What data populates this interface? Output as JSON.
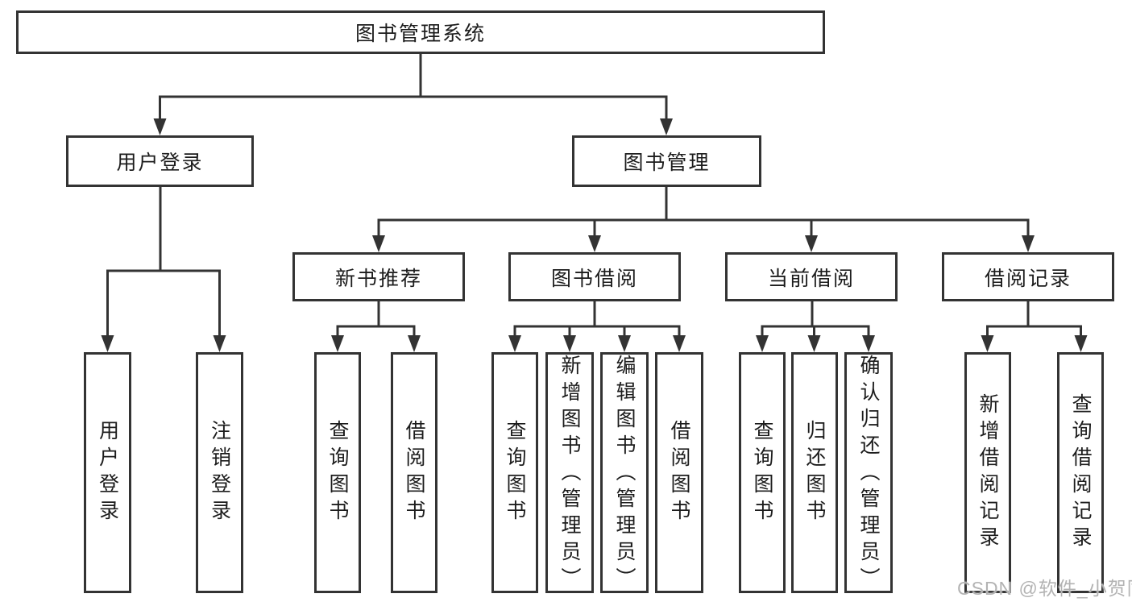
{
  "diagram": {
    "type": "hierarchy-tree",
    "colors": {
      "line": "#333333",
      "box_border": "#333333",
      "text": "#1c1c1c",
      "background": "#ffffff",
      "watermark": "#b3b3b3"
    }
  },
  "tree": {
    "label": "图书管理系统",
    "children": [
      {
        "label": "用户登录",
        "children": [
          {
            "label": "用户登录"
          },
          {
            "label": "注销登录"
          }
        ]
      },
      {
        "label": "图书管理",
        "children": [
          {
            "label": "新书推荐",
            "children": [
              {
                "label": "查询图书"
              },
              {
                "label": "借阅图书"
              }
            ]
          },
          {
            "label": "图书借阅",
            "children": [
              {
                "label": "查询图书"
              },
              {
                "label": "新增图书（管理员）"
              },
              {
                "label": "编辑图书（管理员）"
              },
              {
                "label": "借阅图书"
              }
            ]
          },
          {
            "label": "当前借阅",
            "children": [
              {
                "label": "查询图书"
              },
              {
                "label": "归还图书"
              },
              {
                "label": "确认归还（管理员）"
              }
            ]
          },
          {
            "label": "借阅记录",
            "children": [
              {
                "label": "新增借阅记录"
              },
              {
                "label": "查询借阅记录"
              }
            ]
          }
        ]
      }
    ]
  },
  "watermark": {
    "text": "CSDN @软件_小贺同学"
  }
}
